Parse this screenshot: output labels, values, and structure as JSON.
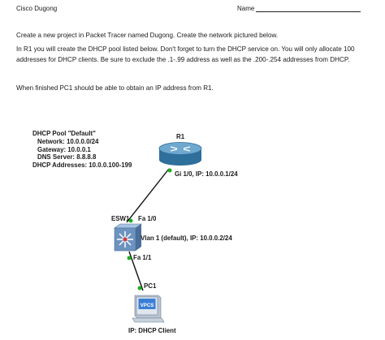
{
  "header": {
    "left": "Cisco Dugong",
    "name_label": "Name"
  },
  "paragraphs": [
    "Create a new project in Packet Tracer named Dugong.  Create the network pictured below.",
    "In R1 you will create the DHCP pool listed below. Don't forget to turn the DHCP service on. You will only allocate 100 addresses for DHCP clients. Be sure to exclude the .1-.99 address as well as the .200-.254 addresses from DHCP.",
    "When finished PC1 should be able to obtain an IP address from R1."
  ],
  "dhcp_pool": {
    "title": "DHCP Pool \"Default\"",
    "network": "Network: 10.0.0.0/24",
    "gateway": "Gateway: 10.0.0.1",
    "dns": "DNS Server: 8.8.8.8",
    "addresses": "DHCP Addresses: 10.0.0.100-199"
  },
  "diagram": {
    "r1_label": "R1",
    "r1_port": "Gi 1/0, IP: 10.0.0.1/24",
    "esw1_label": "ESW1",
    "esw1_port_up": "Fa 1/0",
    "esw1_vlan": "Vlan 1 (default), IP: 10.0.0.2/24",
    "esw1_port_down": "Fa 1/1",
    "pc1_label": "PC1",
    "pc1_screen_text": "VPCS",
    "pc1_ip": "IP: DHCP Client"
  },
  "colors": {
    "router": "#2f6f9c",
    "router_top": "#6fa8cf",
    "switch_body": "#6d93bf",
    "link_dot": "#1fae1f",
    "pc_screen": "#3a7fd5"
  },
  "icons": [
    "router-icon",
    "multilayer-switch-icon",
    "vpcs-pc-icon"
  ]
}
